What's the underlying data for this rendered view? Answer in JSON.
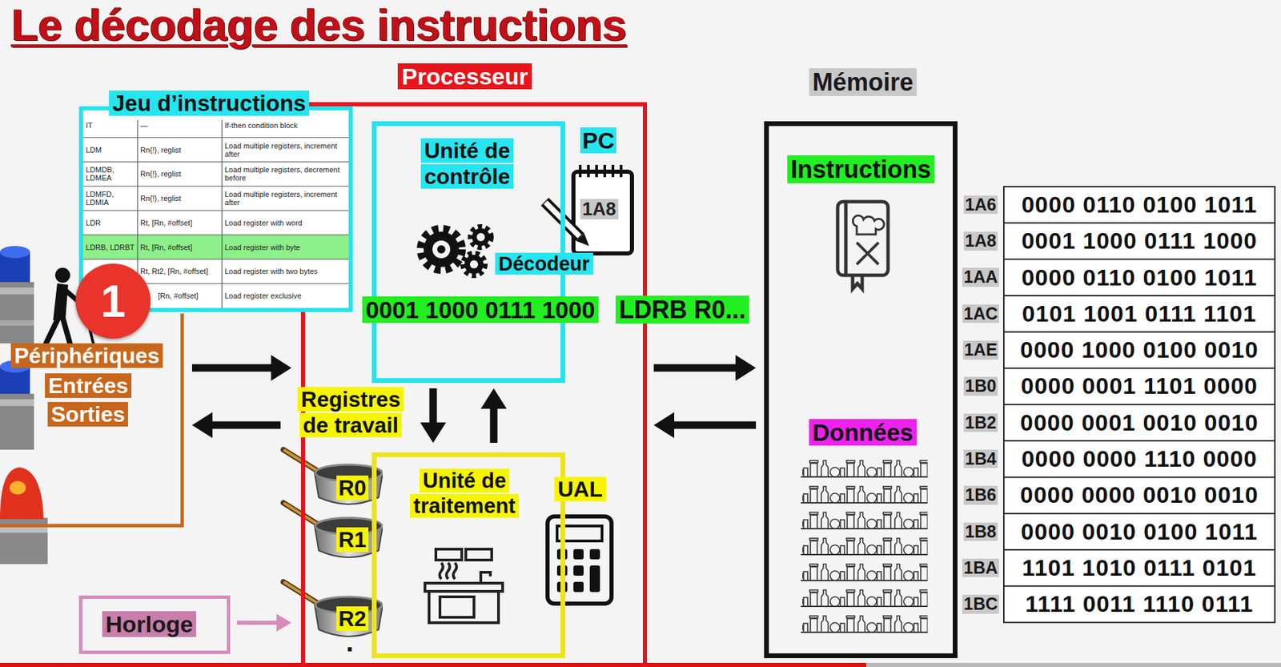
{
  "diagram": {
    "title": "Le décodage des instructions",
    "nodes": [
      {
        "text": [
          "Processeur"
        ]
      },
      {
        "text": [
          "Unité de contrôle"
        ],
        "in": 0
      },
      {
        "text": [
          "Décodeur"
        ],
        "in": 1
      },
      {
        "text": [
          "PC",
          "1A8"
        ],
        "in": 0
      },
      {
        "text": [
          "0001 1000 0111 1000"
        ],
        "in": 0
      },
      {
        "text": [
          "LDRB R0..."
        ]
      },
      {
        "text": [
          "Registres de travail"
        ],
        "in": 0
      },
      {
        "text": [
          "Unité de traitement"
        ],
        "in": 0
      },
      {
        "text": [
          "UAL"
        ],
        "in": 0
      },
      {
        "text": [
          "R0"
        ],
        "in": 0
      },
      {
        "text": [
          "R1"
        ],
        "in": 0
      },
      {
        "text": [
          "R2"
        ],
        "in": 0
      },
      {
        "text": [
          "Jeu d’instructions"
        ]
      },
      {
        "text": [
          "Périphériques",
          "Entrées",
          "Sorties"
        ]
      },
      {
        "text": [
          "Horloge"
        ]
      },
      {
        "text": [
          "Mémoire"
        ]
      },
      {
        "text": [
          "Instructions"
        ],
        "in": 15
      },
      {
        "text": [
          "Données"
        ],
        "in": 15
      }
    ],
    "edges": [
      {
        "from": 13,
        "to": 0,
        "arrow": "to"
      },
      {
        "from": 0,
        "to": 13,
        "arrow": "to"
      },
      {
        "from": 1,
        "to": 7,
        "arrow": "to"
      },
      {
        "from": 7,
        "to": 1,
        "arrow": "to"
      },
      {
        "from": 0,
        "to": 15,
        "arrow": "to"
      },
      {
        "from": 15,
        "to": 0,
        "arrow": "to"
      },
      {
        "from": 14,
        "to": 0,
        "arrow": "to"
      }
    ],
    "labels": [
      "1",
      "IT",
      "—",
      "If-then condition block",
      "LDM",
      "Rn{!}, reglist",
      "Load multiple registers, increment after",
      "LDMDB, LDMEA",
      "Rn{!}, reglist",
      "Load multiple registers, decrement before",
      "LDMFD, LDMIA",
      "Rn{!}, reglist",
      "Load multiple registers, increment after",
      "LDR",
      "Rt, [Rn, #offset]",
      "Load register with word",
      "LDRB, LDRBT",
      "Rt, [Rn, #offset]",
      "Load register with byte",
      "Rt, Rt2, [Rn, #offset]",
      "Load register with two bytes",
      "[Rn, #offset]",
      "Load register exclusive",
      "1A6",
      "0000 0110 0100 1011",
      "1A8",
      "0001 1000 0111 1000",
      "1AA",
      "0000 0110 0100 1011",
      "1AC",
      "0101 1001 0111 1101",
      "1AE",
      "0000 1000 0100 0010",
      "1B0",
      "0000 0001 1101 0000",
      "1B2",
      "0000 0001 0010 0010",
      "1B4",
      "0000 0000 1110 0000",
      "1B6",
      "0000 0000 0010 0010",
      "1B8",
      "0000 0010 0100 1011",
      "1BA",
      "1101 1010 0111 0101",
      "1BC",
      "1111 0011 1110 0111",
      "."
    ]
  }
}
